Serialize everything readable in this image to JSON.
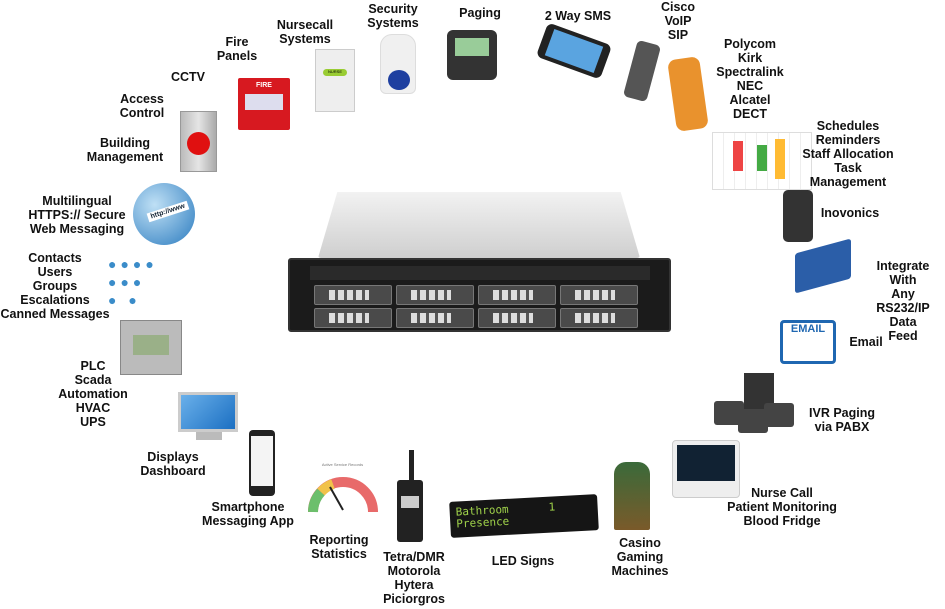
{
  "labels": {
    "cisco": "Cisco\nVoIP\nSIP",
    "sms": "2 Way SMS",
    "paging": "Paging",
    "security": "Security\nSystems",
    "nursecall": "Nursecall\nSystems",
    "fire": "Fire\nPanels",
    "cctv": "CCTV",
    "access": "Access\nControl",
    "building": "Building\nManagement",
    "web": "Multilingual\nHTTPS:// Secure\nWeb Messaging",
    "contacts": "Contacts\nUsers\nGroups\nEscalations\nCanned Messages",
    "plc": "PLC\nScada\nAutomation\nHVAC\nUPS",
    "displays": "Displays\nDashboard",
    "smartphone": "Smartphone\nMessaging App",
    "reporting": "Reporting\nStatistics",
    "tetra": "Tetra/DMR\nMotorola\nHytera\nPiciorgros",
    "led": "LED Signs",
    "casino": "Casino\nGaming\nMachines",
    "nursecall2": "Nurse Call\nPatient Monitoring\nBlood Fridge",
    "ivr": "IVR Paging\nvia PABX",
    "email": "Email",
    "rs232": "Integrate With\nAny RS232/IP\nData Feed",
    "inovonics": "Inovonics",
    "schedules": "Schedules\nReminders\nStaff Allocation\nTask Management",
    "dect": "Polycom\nKirk\nSpectralink\nNEC\nAlcatel\nDECT"
  },
  "icon_text": {
    "fire_panel": "FIRE",
    "nurse_button": "NURSE",
    "web_url": "http://www",
    "email_icon": "EMAIL",
    "led_line1": "Bathroom",
    "led_line2": "Presence",
    "led_count": "1",
    "gauge_title": "Active Service Records"
  },
  "colors": {
    "fire": "#d71920",
    "globe": "#2b7bbf",
    "led": "#9fd24a",
    "gauge_red": "#e86a6a",
    "gauge_yellow": "#f1c24a",
    "gauge_green": "#6cbf6c"
  }
}
